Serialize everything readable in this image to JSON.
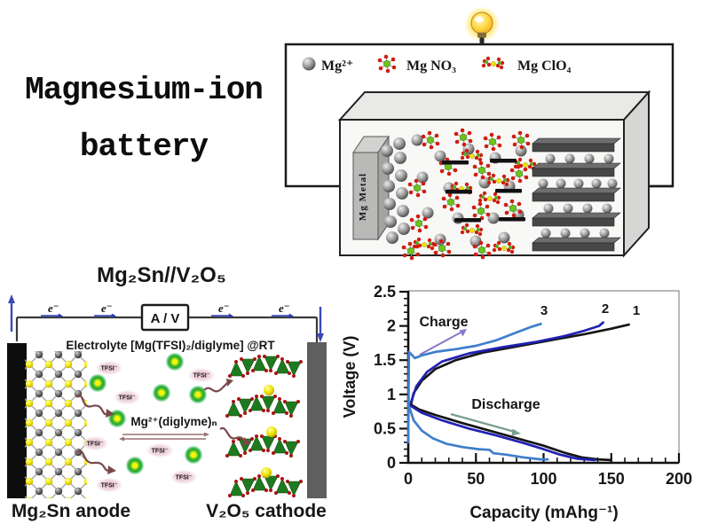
{
  "main_title": {
    "line1": "Magnesium-ion",
    "line2": "battery"
  },
  "schematic": {
    "legend": [
      {
        "icon": "mg-ion-sphere-icon",
        "label": "Mg²⁺"
      },
      {
        "icon": "mg-no3-molecule-icon",
        "label": "Mg NO₃"
      },
      {
        "icon": "mg-clo4-cluster-icon",
        "label": "Mg ClO₄"
      }
    ],
    "electrode_label": "Mg Metal",
    "icons": [
      "light-bulb-icon",
      "circuit-wire",
      "cathode-layer-slabs"
    ]
  },
  "cell_diagram": {
    "title": "Mg₂Sn//V₂O₅",
    "meter_label": "A / V",
    "electron_label": "e⁻",
    "electrolyte_label": "Electrolyte [Mg(TFSI)₂/diglyme] @RT",
    "complex_label": "Mg²⁺(diglyme)ₙ",
    "tfsi_label": "TFSI⁻",
    "anode_label": "Mg₂Sn anode",
    "cathode_label": "V₂O₅ cathode",
    "accent_blue": "#2a2ac8"
  },
  "chart_data": {
    "type": "line",
    "title": "",
    "xlabel": "Capacity (mAhg⁻¹)",
    "ylabel": "Voltage (V)",
    "xlim": [
      0,
      200
    ],
    "ylim": [
      0,
      2.5
    ],
    "x_major_ticks": [
      0,
      50,
      100,
      150,
      200
    ],
    "x_minor_step": 10,
    "y_major_ticks": [
      0,
      0.5,
      1,
      1.5,
      2,
      2.5
    ],
    "y_minor_step": 0.1,
    "grid": false,
    "frame": true,
    "legend_position": "none",
    "annotations": [
      {
        "text": "Charge",
        "color": "#2a2ac0",
        "arrow": "up-right",
        "arrow_color": "#8678cc"
      },
      {
        "text": "Discharge",
        "color": "#1d7a4a",
        "arrow": "down-right",
        "arrow_color": "#7aa190"
      }
    ],
    "curve_labels": [
      {
        "text": "1",
        "at_capacity": 165
      },
      {
        "text": "2",
        "at_capacity": 144
      },
      {
        "text": "3",
        "at_capacity": 100
      }
    ],
    "series": [
      {
        "name": "cycle-1-charge",
        "cycle": "1",
        "phase": "charge",
        "color": "#151515",
        "points": [
          [
            2,
            0.85
          ],
          [
            4,
            1.02
          ],
          [
            10,
            1.2
          ],
          [
            20,
            1.37
          ],
          [
            35,
            1.5
          ],
          [
            55,
            1.61
          ],
          [
            80,
            1.7
          ],
          [
            105,
            1.79
          ],
          [
            130,
            1.88
          ],
          [
            150,
            1.96
          ],
          [
            163,
            2.02
          ]
        ]
      },
      {
        "name": "cycle-2-charge",
        "cycle": "2",
        "phase": "charge",
        "color": "#2121b4",
        "points": [
          [
            2,
            0.88
          ],
          [
            6,
            1.12
          ],
          [
            14,
            1.33
          ],
          [
            25,
            1.48
          ],
          [
            45,
            1.6
          ],
          [
            70,
            1.69
          ],
          [
            95,
            1.77
          ],
          [
            115,
            1.85
          ],
          [
            130,
            1.93
          ],
          [
            141,
            2.0
          ],
          [
            144,
            2.05
          ]
        ]
      },
      {
        "name": "cycle-3-charge",
        "cycle": "3",
        "phase": "charge",
        "color": "#3f7ecb",
        "points": [
          [
            0,
            0.3
          ],
          [
            0.5,
            1.62
          ],
          [
            5,
            1.53
          ],
          [
            10,
            1.57
          ],
          [
            20,
            1.62
          ],
          [
            35,
            1.66
          ],
          [
            50,
            1.71
          ],
          [
            65,
            1.79
          ],
          [
            78,
            1.89
          ],
          [
            90,
            1.98
          ],
          [
            98,
            2.03
          ]
        ]
      },
      {
        "name": "cycle-1-discharge",
        "cycle": "1",
        "phase": "discharge",
        "color": "#151515",
        "points": [
          [
            2,
            0.85
          ],
          [
            8,
            0.78
          ],
          [
            20,
            0.7
          ],
          [
            40,
            0.58
          ],
          [
            60,
            0.47
          ],
          [
            80,
            0.36
          ],
          [
            100,
            0.25
          ],
          [
            115,
            0.15
          ],
          [
            128,
            0.08
          ],
          [
            140,
            0.05
          ],
          [
            150,
            0.04
          ]
        ]
      },
      {
        "name": "cycle-2-discharge",
        "cycle": "2",
        "phase": "discharge",
        "color": "#2121b4",
        "points": [
          [
            2,
            0.83
          ],
          [
            10,
            0.73
          ],
          [
            25,
            0.62
          ],
          [
            45,
            0.5
          ],
          [
            65,
            0.4
          ],
          [
            85,
            0.29
          ],
          [
            100,
            0.2
          ],
          [
            112,
            0.12
          ],
          [
            125,
            0.06
          ],
          [
            138,
            0.04
          ]
        ]
      },
      {
        "name": "cycle-3-discharge",
        "cycle": "3",
        "phase": "discharge",
        "color": "#3f7ecb",
        "points": [
          [
            1,
            0.8
          ],
          [
            4,
            0.62
          ],
          [
            10,
            0.47
          ],
          [
            18,
            0.36
          ],
          [
            28,
            0.28
          ],
          [
            40,
            0.23
          ],
          [
            52,
            0.2
          ],
          [
            60,
            0.19
          ],
          [
            63,
            0.14
          ],
          [
            72,
            0.12
          ],
          [
            85,
            0.08
          ],
          [
            98,
            0.05
          ],
          [
            103,
            0.05
          ]
        ]
      }
    ]
  }
}
